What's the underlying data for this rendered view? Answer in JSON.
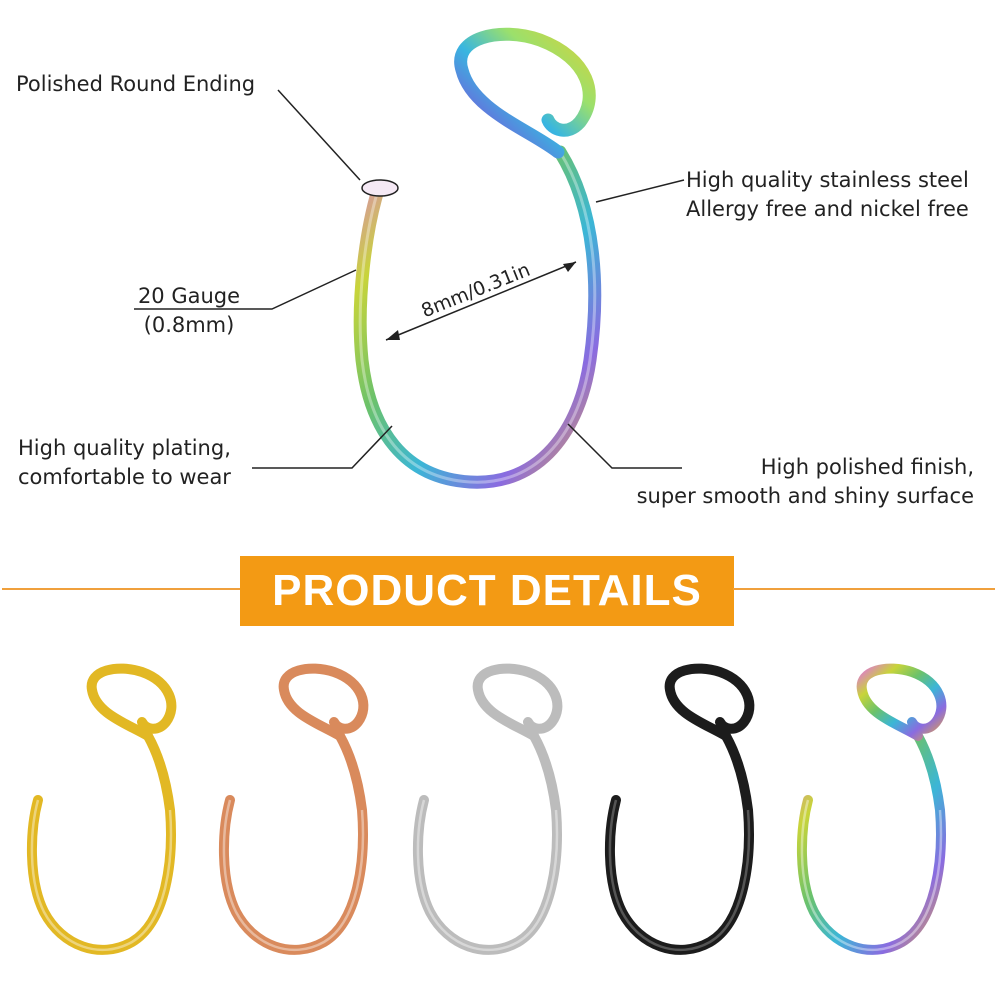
{
  "annotations": {
    "polished": "Polished Round Ending",
    "steel_line1": "High quality stainless steel",
    "steel_line2": "Allergy free and nickel free",
    "gauge_line1": "20 Gauge",
    "gauge_line2": "(0.8mm)",
    "plating_line1": "High quality plating,",
    "plating_line2": "comfortable to wear",
    "finish_line1": "High polished finish,",
    "finish_line2": "super smooth and shiny surface",
    "diameter": "8mm/0.31in"
  },
  "banner": {
    "title": "PRODUCT DETAILS",
    "color": "#f39a14",
    "divider_color": "#f0a03c"
  },
  "variants": [
    {
      "name": "gold",
      "color": "#e2b824"
    },
    {
      "name": "rose-gold",
      "color": "#d98a5c"
    },
    {
      "name": "silver",
      "color": "#bcbcbc"
    },
    {
      "name": "black",
      "color": "#1c1c1c"
    },
    {
      "name": "rainbow",
      "color": "#7fb24a"
    }
  ]
}
